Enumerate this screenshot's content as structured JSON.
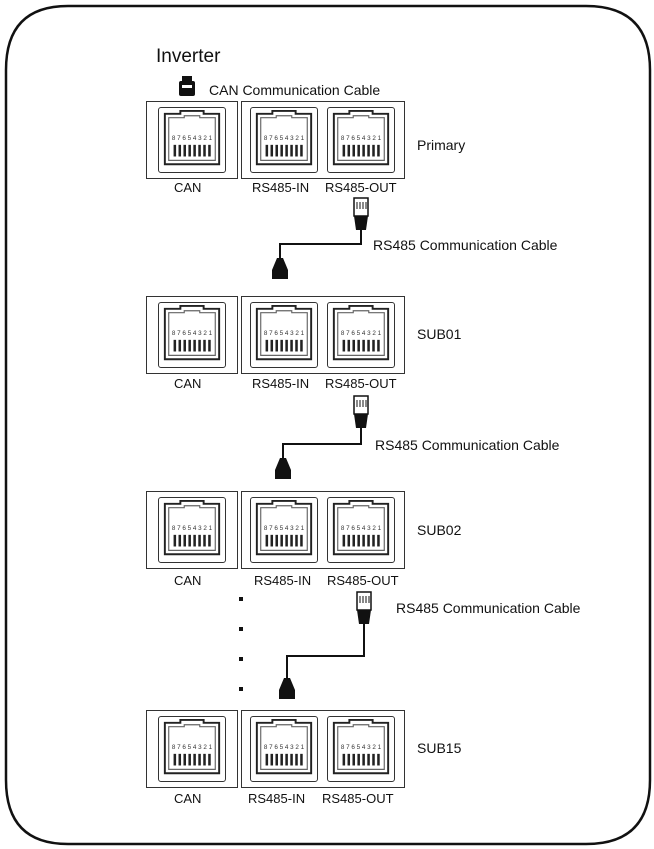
{
  "title": "Inverter",
  "top_cable_label": "CAN Communication  Cable",
  "port_labels": {
    "can": "CAN",
    "rs485_in": "RS485-IN",
    "rs485_out": "RS485-OUT"
  },
  "pin_labels": "8 7 6 5 4 3 2 1",
  "units": [
    {
      "name": "Primary"
    },
    {
      "name": "SUB01"
    },
    {
      "name": "SUB02"
    },
    {
      "name": "SUB15"
    }
  ],
  "link_cable_label": "RS485 Communication  Cable",
  "colors": {
    "line": "#111111",
    "port_border": "#333333"
  }
}
